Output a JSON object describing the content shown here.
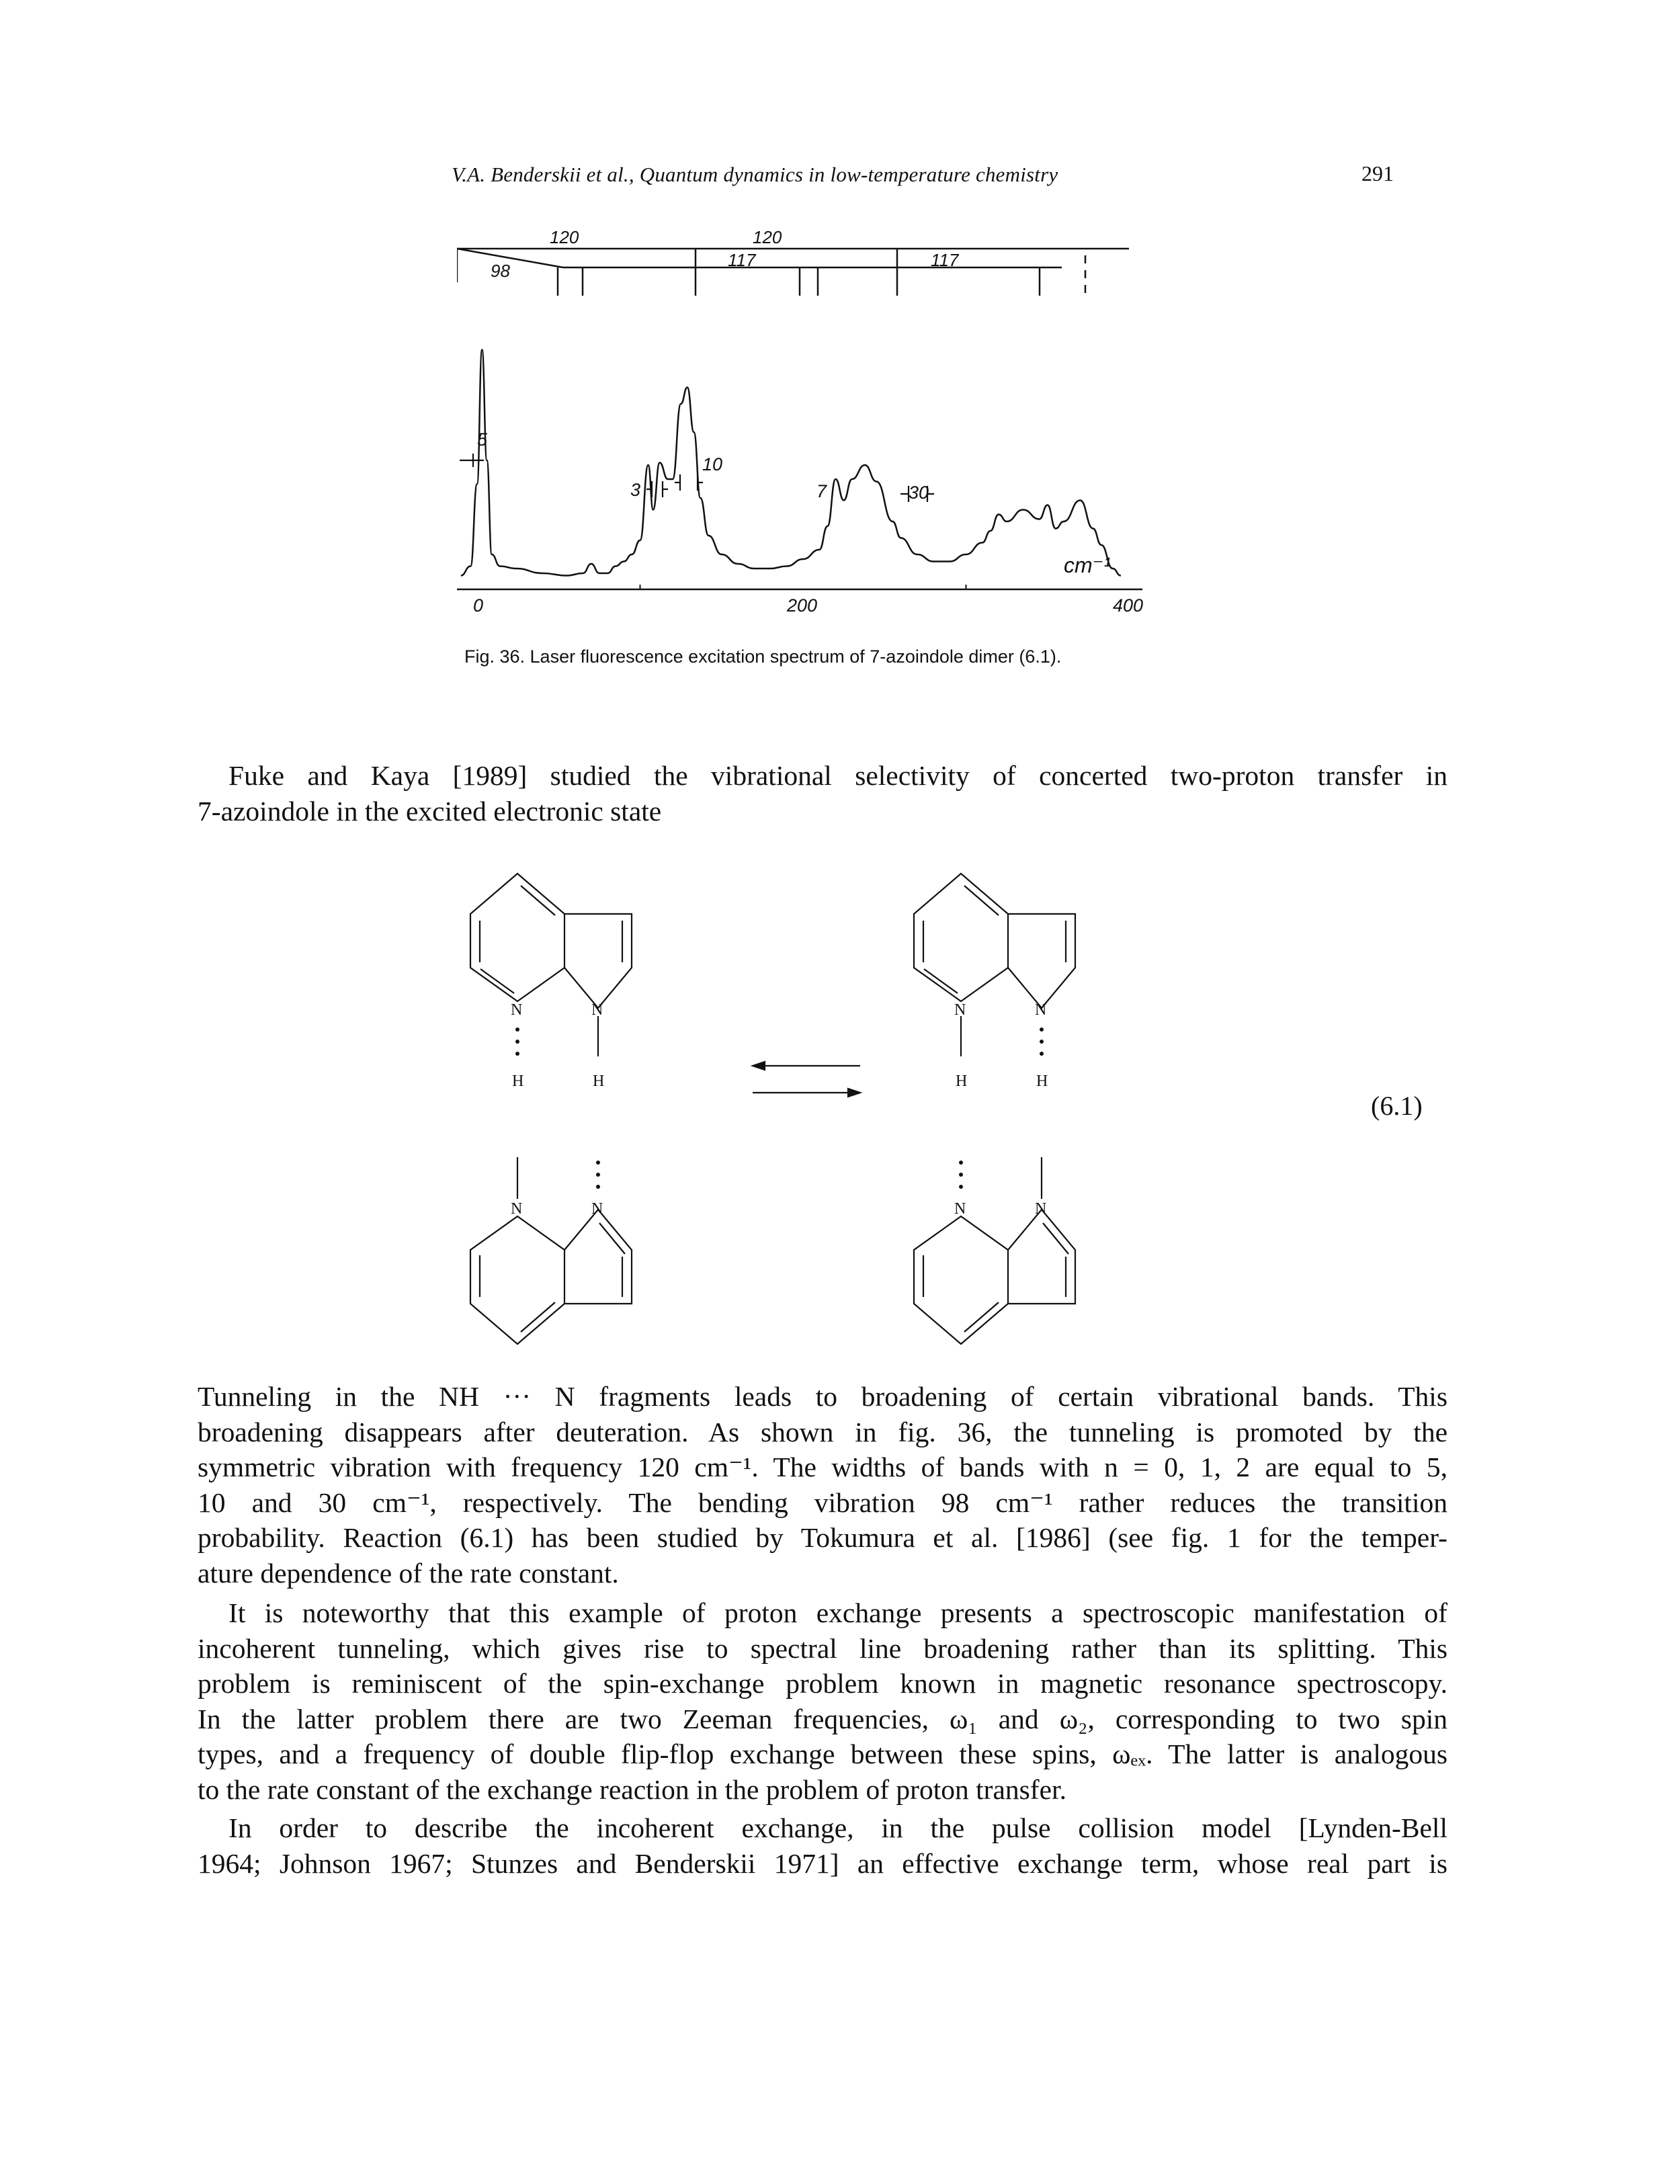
{
  "header": {
    "running_title": "V.A. Benderskii et al., Quantum dynamics in low-temperature chemistry",
    "page_number": "291"
  },
  "figure": {
    "level_labels": [
      "120",
      "120",
      "98",
      "117",
      "117"
    ],
    "peak_labels": [
      "5",
      "3",
      "10",
      "7",
      "30"
    ],
    "axis_unit": "cm⁻¹",
    "x_ticks": [
      "0",
      "200",
      "400"
    ],
    "caption": "Fig. 36. Laser fluorescence excitation spectrum of 7-azoindole dimer (6.1)."
  },
  "chart_data": {
    "type": "line",
    "title": "",
    "xlabel": "cm⁻¹",
    "ylabel": "",
    "xlim": [
      0,
      400
    ],
    "x_ticks": [
      0,
      200,
      400
    ],
    "series": [
      {
        "name": "",
        "x": [
          -10,
          -4,
          0,
          3,
          6,
          9,
          14,
          24,
          40,
          55,
          65,
          70,
          75,
          80,
          85,
          90,
          95,
          100,
          105,
          108,
          112,
          117,
          120,
          125,
          129,
          133,
          137,
          142,
          150,
          160,
          170,
          180,
          190,
          200,
          210,
          215,
          220,
          225,
          230,
          238,
          245,
          255,
          260,
          270,
          280,
          290,
          300,
          310,
          315,
          320,
          325,
          335,
          345,
          350,
          355,
          360,
          370,
          378,
          383,
          390,
          395
        ],
        "y": [
          0.01,
          0.05,
          0.4,
          0.97,
          0.5,
          0.1,
          0.05,
          0.04,
          0.02,
          0.01,
          0.02,
          0.06,
          0.02,
          0.02,
          0.05,
          0.07,
          0.1,
          0.16,
          0.48,
          0.29,
          0.49,
          0.42,
          0.42,
          0.74,
          0.81,
          0.62,
          0.34,
          0.18,
          0.1,
          0.06,
          0.04,
          0.04,
          0.05,
          0.08,
          0.12,
          0.22,
          0.42,
          0.33,
          0.42,
          0.48,
          0.41,
          0.24,
          0.17,
          0.1,
          0.07,
          0.07,
          0.1,
          0.15,
          0.2,
          0.27,
          0.24,
          0.29,
          0.25,
          0.31,
          0.21,
          0.24,
          0.33,
          0.21,
          0.14,
          0.04,
          0.01
        ]
      }
    ]
  },
  "text": {
    "p1": [
      "Fuke and Kaya [1989] studied the vibrational selectivity of concerted two-proton transfer in",
      "7-azoindole in the excited electronic state"
    ],
    "scheme": {
      "atom_N": "N",
      "atom_H": "H",
      "equation_number": "(6.1)"
    },
    "p2": [
      "Tunneling in the NH ··· N fragments leads to broadening of certain vibrational bands. This",
      "broadening disappears after deuteration. As shown in fig. 36, the tunneling is promoted by the",
      "symmetric vibration with frequency 120 cm⁻¹. The widths of bands with n = 0, 1, 2 are equal to 5,",
      "10 and 30 cm⁻¹, respectively. The bending vibration 98 cm⁻¹ rather reduces the transition",
      "probability. Reaction (6.1) has been studied by Tokumura et al. [1986] (see fig. 1 for the temper-",
      "ature dependence of the rate constant."
    ],
    "p3": [
      "It is noteworthy that this example of proton exchange presents a spectroscopic manifestation of",
      "incoherent tunneling, which gives rise to spectral line broadening rather than its splitting. This",
      "problem is reminiscent of the spin-exchange problem known in magnetic resonance spectroscopy.",
      "In the latter problem there are two Zeeman frequencies, ω₁ and ω₂, corresponding to two spin",
      "types, and a frequency of double flip-flop exchange between these spins, ωₑₓ. The latter is analogous",
      "to the rate constant of the exchange reaction in the problem of proton transfer."
    ],
    "p4": [
      "In order to describe the incoherent exchange, in the pulse collision model [Lynden-Bell",
      "1964; Johnson 1967; Stunzes and Benderskii 1971] an effective exchange term, whose real part is"
    ]
  }
}
